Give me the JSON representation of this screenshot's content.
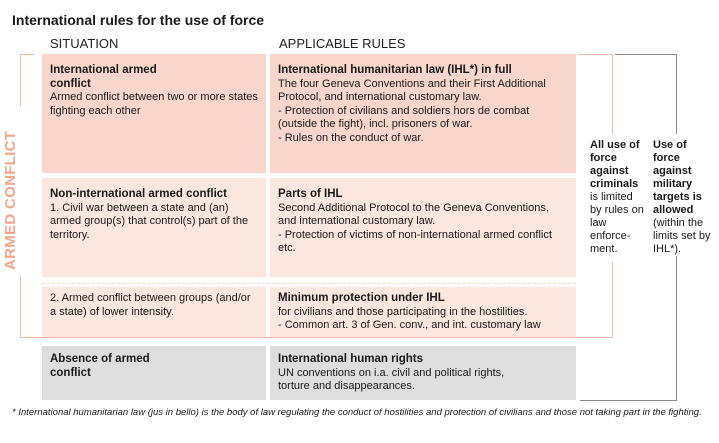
{
  "title": "International rules for the use of force",
  "headers": {
    "situation": "SITUATION",
    "rules": "APPLICABLE RULES"
  },
  "side_label": "ARMED CONFLICT",
  "rows": [
    {
      "situation_title": "International armed conflict",
      "situation_text": "Armed conflict between two or more states fighting each other",
      "rules_title": "International humanitarian law (IHL*) in full",
      "rules_text": [
        "The four Geneva Conventions and their First Additional Protocol, and international customary law.",
        "- Protection of civilians and soldiers hors de combat (outside the fight), incl. prisoners of war.",
        "- Rules on the conduct of war."
      ]
    },
    {
      "situation_title": "Non-international armed conflict",
      "situation_text": "1. Civil war between a state and (an) armed group(s) that control(s) part of the territory.",
      "rules_title": "Parts of IHL",
      "rules_text": [
        "Second Additional Protocol to the Geneva Conventions, and international customary law.",
        "-  Protection of victims of non-international armed conflict etc."
      ]
    },
    {
      "situation_title": "",
      "situation_text": "2. Armed conflict between groups (and/or a state) of lower intensity.",
      "rules_title": "Minimum protection under IHL",
      "rules_text": [
        "for civilians and those participating in the hostilities.",
        "- Common art. 3 of Gen. conv., and int. customary law"
      ]
    },
    {
      "situation_title": "Absence of armed conflict",
      "situation_text": "",
      "rules_title": "International human rights",
      "rules_text": [
        "UN conventions on i.a. civil and political rights, torture and disappearances."
      ]
    }
  ],
  "notes": {
    "criminals_bold": "All use of force against criminals",
    "criminals_text": " is limited by rules on law enforce-ment.",
    "military_bold": "Use of force against military targets is allowed",
    "military_text": " (within the limits set by IHL*)."
  },
  "footnote": "* International humanitarian law (jus in bello) is the body of law regulating the conduct of hostilities and protection of civilians and those not taking part in the fighting.",
  "colors": {
    "pink_dark": "#f8d6cc",
    "pink_light": "#fce6e0",
    "gray": "#dedede",
    "accent": "#f4a58b",
    "bracket_gray": "#888888"
  }
}
